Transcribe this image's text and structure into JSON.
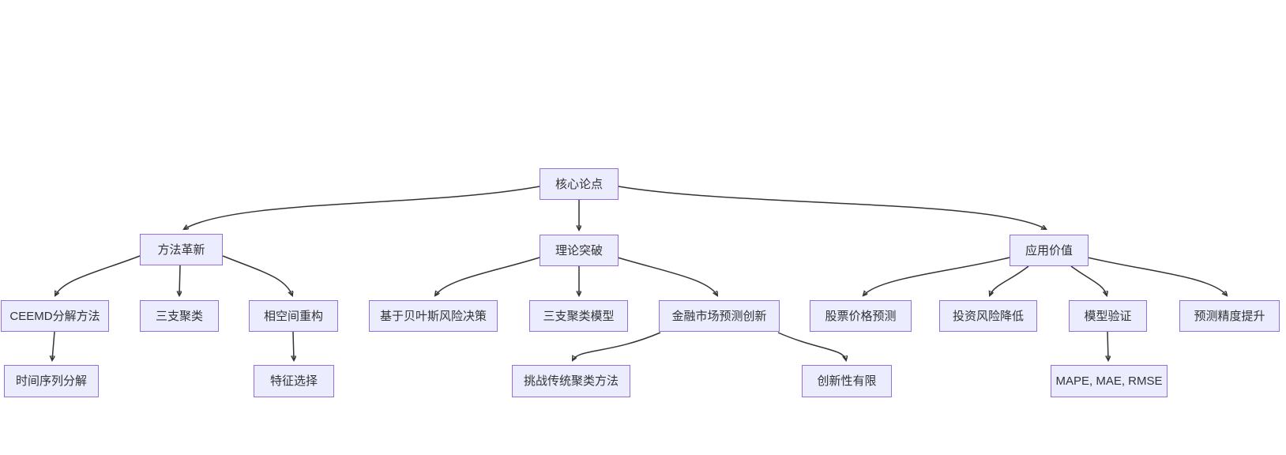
{
  "diagram": {
    "type": "flowchart-top-down",
    "background_color": "#ffffff",
    "node_fill_color": "#ECECFF",
    "node_border_color": "#9370DB",
    "edge_color": "#333333",
    "nodes": {
      "core": {
        "label": "核心论点"
      },
      "method": {
        "label": "方法革新"
      },
      "theory": {
        "label": "理论突破"
      },
      "application": {
        "label": "应用价值"
      },
      "ceemd": {
        "label": "CEEMD分解方法"
      },
      "three_way": {
        "label": "三支聚类"
      },
      "phase": {
        "label": "相空间重构"
      },
      "bayes": {
        "label": "基于贝叶斯风险决策"
      },
      "twc_model": {
        "label": "三支聚类模型"
      },
      "finance": {
        "label": "金融市场预测创新"
      },
      "stock": {
        "label": "股票价格预测"
      },
      "risk": {
        "label": "投资风险降低"
      },
      "model_validation": {
        "label": "模型验证"
      },
      "precision": {
        "label": "预测精度提升"
      },
      "ts_decomp": {
        "label": "时间序列分解"
      },
      "feature": {
        "label": "特征选择"
      },
      "challenge": {
        "label": "挑战传统聚类方法"
      },
      "limited_innovation": {
        "label": "创新性有限"
      },
      "metrics": {
        "label": "MAPE, MAE, RMSE"
      }
    },
    "edges": [
      {
        "from": "core",
        "to": "method"
      },
      {
        "from": "core",
        "to": "theory"
      },
      {
        "from": "core",
        "to": "application"
      },
      {
        "from": "method",
        "to": "ceemd"
      },
      {
        "from": "method",
        "to": "three_way"
      },
      {
        "from": "method",
        "to": "phase"
      },
      {
        "from": "theory",
        "to": "bayes"
      },
      {
        "from": "theory",
        "to": "twc_model"
      },
      {
        "from": "theory",
        "to": "finance"
      },
      {
        "from": "application",
        "to": "stock"
      },
      {
        "from": "application",
        "to": "risk"
      },
      {
        "from": "application",
        "to": "model_validation"
      },
      {
        "from": "application",
        "to": "precision"
      },
      {
        "from": "ceemd",
        "to": "ts_decomp"
      },
      {
        "from": "phase",
        "to": "feature"
      },
      {
        "from": "finance",
        "to": "challenge"
      },
      {
        "from": "finance",
        "to": "limited_innovation"
      },
      {
        "from": "model_validation",
        "to": "metrics"
      }
    ]
  }
}
